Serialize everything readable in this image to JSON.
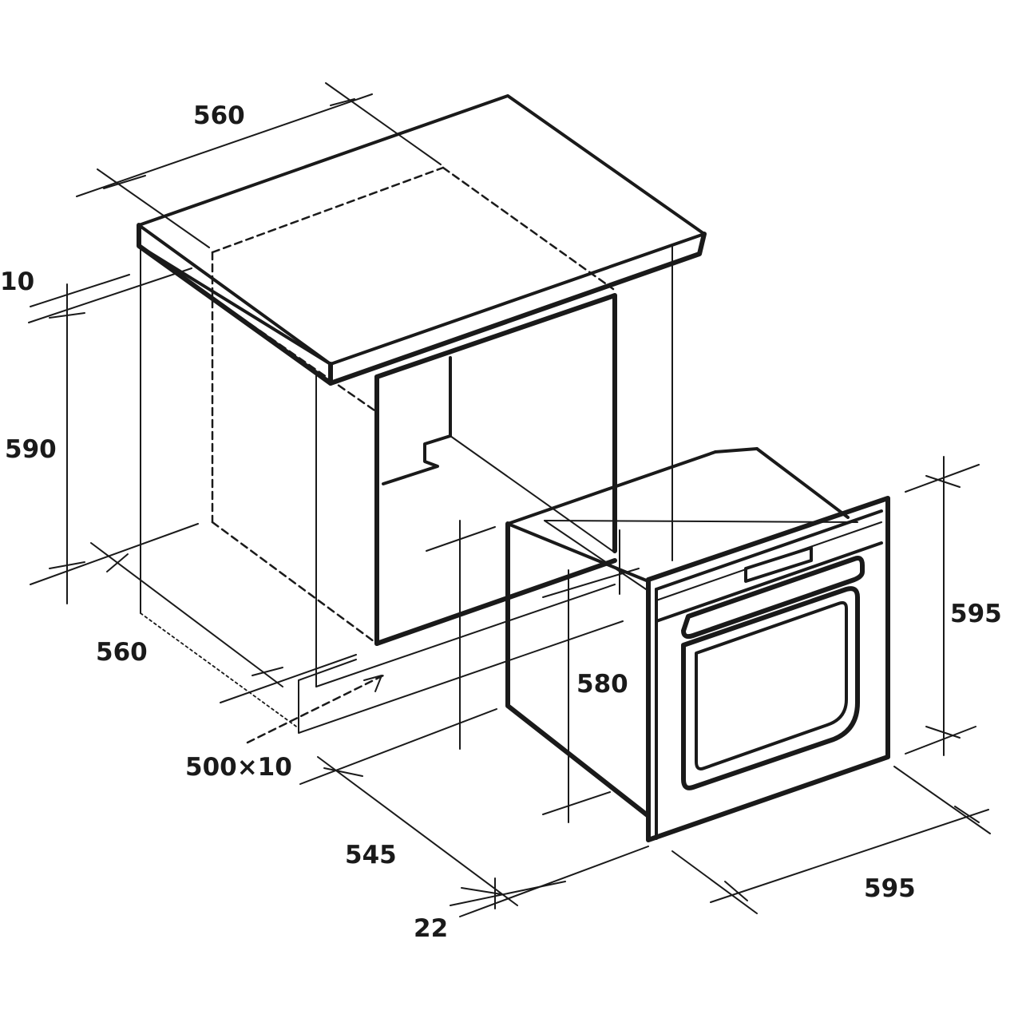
{
  "colors": {
    "line": "#1a1a1a",
    "background": "#ffffff"
  },
  "dimensions": {
    "cabinet_width_top": "560",
    "worktop_thickness": "10",
    "cabinet_height": "590",
    "cabinet_depth": "560",
    "vent_opening": "500×10",
    "oven_depth": "545",
    "door_overhang": "22",
    "oven_inner_height": "580",
    "oven_height": "595",
    "oven_width": "595"
  }
}
